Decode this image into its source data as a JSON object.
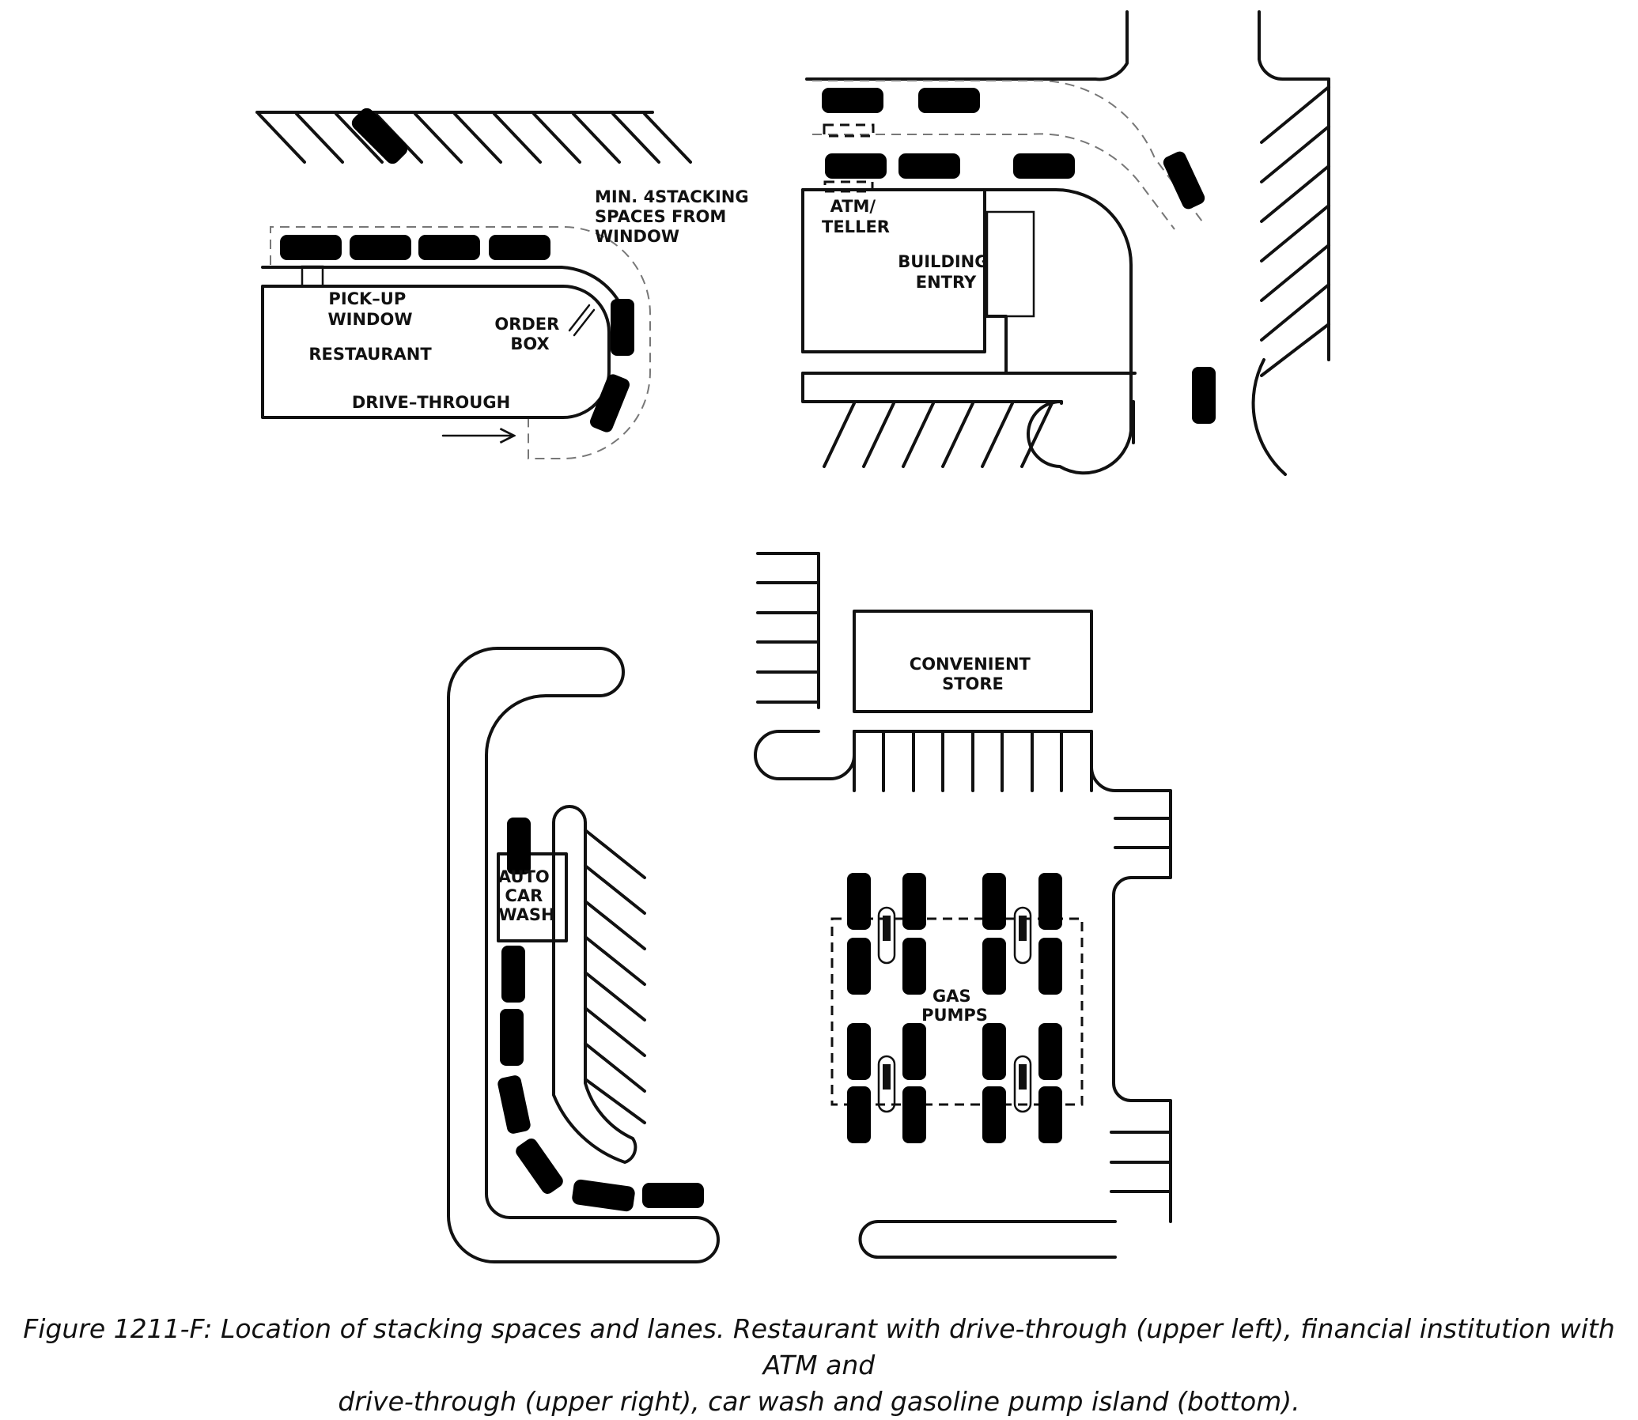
{
  "labels": {
    "stacking": [
      "MIN. 4STACKING",
      "SPACES FROM",
      "WINDOW"
    ],
    "pickup": [
      "PICK–UP",
      "WINDOW"
    ],
    "restaurant": "RESTAURANT",
    "order_box": [
      "ORDER",
      "BOX"
    ],
    "drive_through": "DRIVE–THROUGH",
    "atm_teller": [
      "ATM/",
      "TELLER"
    ],
    "building_entry": [
      "BUILDING",
      "ENTRY"
    ],
    "convenient_store": [
      "CONVENIENT",
      "STORE"
    ],
    "car_wash": [
      "AUTO",
      "CAR",
      "WASH"
    ],
    "gas_pumps": [
      "GAS",
      "PUMPS"
    ]
  },
  "caption": {
    "line1": "Figure 1211-F: Location of stacking spaces and lanes. Restaurant with drive-through (upper left), financial institution with ATM and",
    "line2": "drive-through (upper right), car wash and gasoline pump island (bottom)."
  }
}
